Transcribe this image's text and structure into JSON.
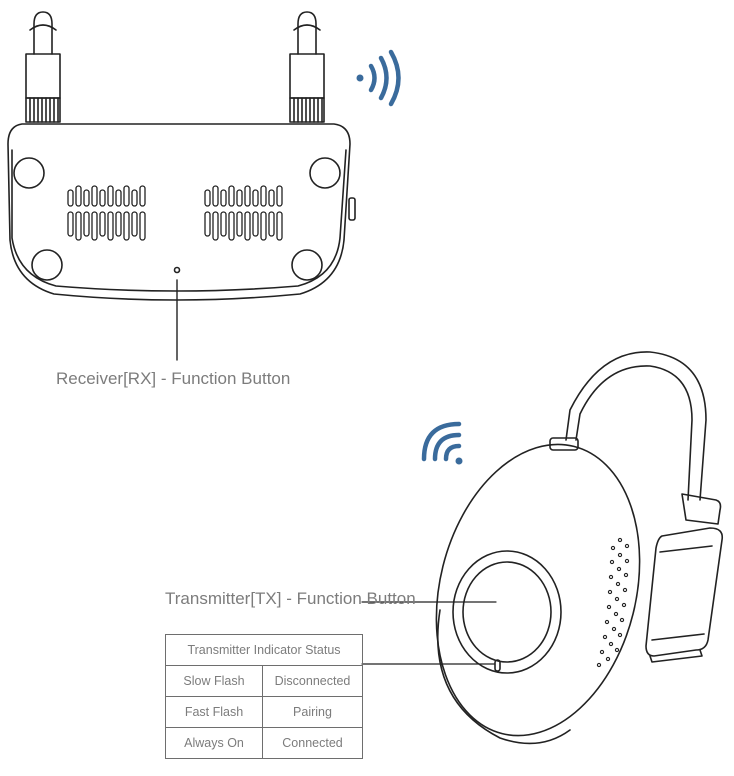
{
  "receiver": {
    "label": "Receiver[RX] - Function Button"
  },
  "transmitter": {
    "label": "Transmitter[TX] - Function Button"
  },
  "status_table": {
    "title": "Transmitter Indicator Status",
    "rows": [
      {
        "mode": "Slow Flash",
        "status": "Disconnected"
      },
      {
        "mode": "Fast Flash",
        "status": "Pairing"
      },
      {
        "mode": "Always On",
        "status": "Connected"
      }
    ]
  },
  "colors": {
    "line": "#222222",
    "label": "#7c7c7c",
    "wifi": "#3a6b9c"
  },
  "icons": [
    "wifi-signal-icon",
    "wifi-signal-icon"
  ]
}
